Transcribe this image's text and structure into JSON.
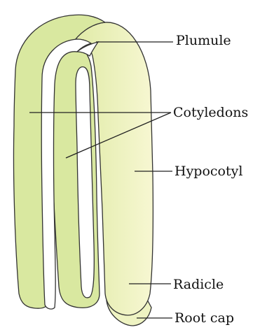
{
  "labels": {
    "plumule": "Plumule",
    "cotyledons": "Cotyledons",
    "hypocotyl": "Hypocotyl",
    "radicle": "Radicle",
    "root_cap": "Root cap"
  },
  "colors": {
    "cotyledon_fill": "#d9e8a0",
    "axis_fill_light": "#f6f6cf",
    "axis_fill_dark": "#e0eba8",
    "root_cap_fill": "#eef3c2",
    "gap_fill": "#ffffff",
    "outline": "#333333",
    "leader_line": "#222222"
  }
}
